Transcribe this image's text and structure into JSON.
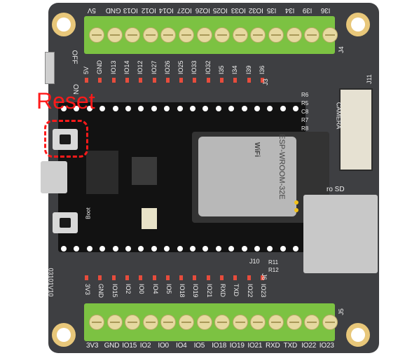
{
  "top_header_labels": [
    "5V",
    "GND",
    "IO13",
    "IO12",
    "IO14",
    "IO27",
    "IO26",
    "IO25",
    "IO33",
    "IO32",
    "I35",
    "I34",
    "I39",
    "I36"
  ],
  "top_row_labels": [
    "5V",
    "GND",
    "IO13",
    "IO14",
    "IO12",
    "IO27",
    "IO26",
    "IO25",
    "IO33",
    "IO32",
    "I35",
    "I34",
    "I39",
    "I36"
  ],
  "bottom_row_labels": [
    "3V3",
    "GND",
    "IO15",
    "IO2",
    "IO0",
    "IO4",
    "IO5",
    "IO18",
    "IO19",
    "IO21",
    "RXD",
    "TXD",
    "IO22",
    "IO23"
  ],
  "bottom_terminal_labels": [
    "3V3",
    "GND",
    "IO15",
    "IO2",
    "IO0",
    "IO4",
    "IO5",
    "IO18",
    "IO19",
    "IO21",
    "RXD",
    "TXD",
    "IO22",
    "IO23"
  ],
  "connector_labels": {
    "j4": "J4",
    "j3": "J3",
    "j5": "J5",
    "j6": "J6",
    "j10": "J10",
    "j11": "J11"
  },
  "switch_labels": {
    "off": "OFF",
    "on": "ON"
  },
  "side_components": [
    "R6",
    "R5",
    "C8",
    "R7",
    "R8"
  ],
  "bottom_components": [
    "R11",
    "R12"
  ],
  "camera_label": "CAMERA",
  "sd_label": "ro SD",
  "module_name": "ESP-WROOM-32E",
  "wifi_label": "WiFi",
  "boot_label": "Boot",
  "board_code": "03101V10",
  "reset_annotation": "Reset",
  "colors": {
    "board": "#3e3f42",
    "terminal": "#7cc242",
    "pin_marker": "#e74c3c",
    "annotation": "#ff1a1a"
  }
}
